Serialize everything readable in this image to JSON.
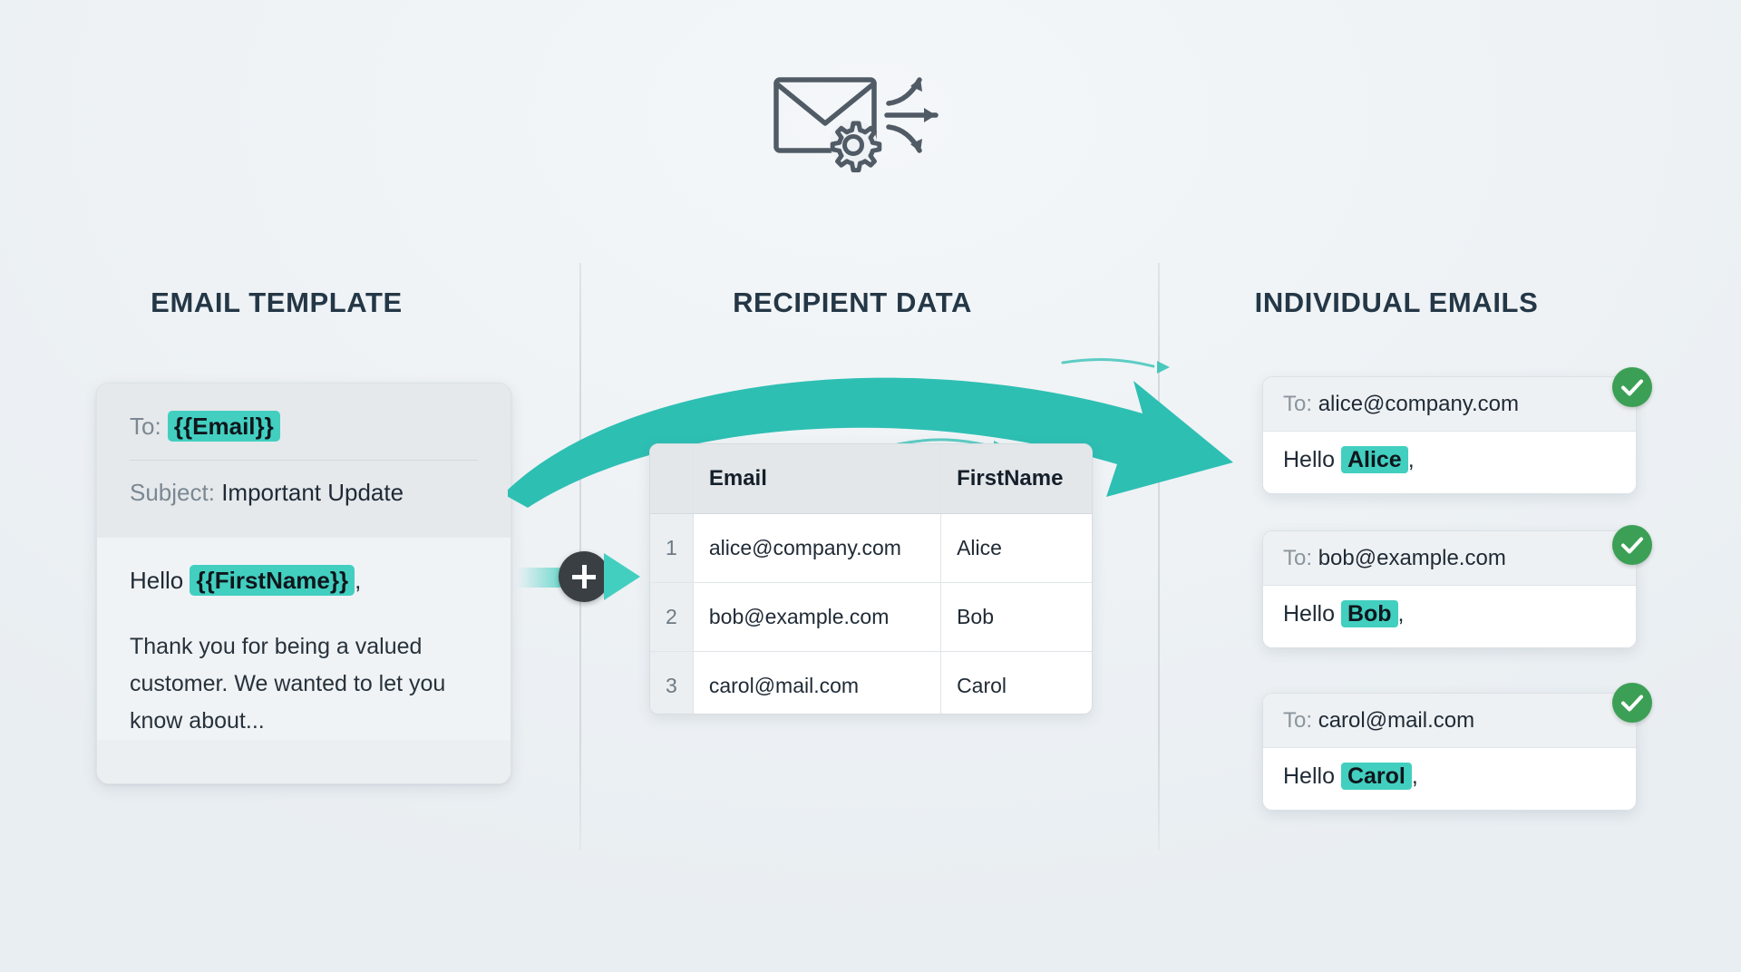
{
  "hero": {
    "icon": "envelope-gear-distribute-icon"
  },
  "columns": {
    "template_heading": "EMAIL TEMPLATE",
    "recipient_heading": "RECIPIENT DATA",
    "emails_heading": "INDIVIDUAL EMAILS"
  },
  "template_card": {
    "to_label": "To:",
    "to_field": "{{Email}}",
    "subject_label": "Subject:",
    "subject_value": "Important Update",
    "greeting_prefix": "Hello",
    "greeting_field": "{{FirstName}}",
    "greeting_suffix": ",",
    "paragraph": "Thank you for being a valued customer. We wanted to let you know about..."
  },
  "connector": {
    "icon": "plus-icon",
    "arrow": "right-arrow-icon"
  },
  "flow_arrow": {
    "icon": "curved-merge-arrow-icon",
    "color": "#2ebfb3"
  },
  "recipient_table": {
    "headers": [
      "",
      "Email",
      "FirstName"
    ],
    "rows": [
      {
        "index": "1",
        "email": "alice@company.com",
        "first_name": "Alice"
      },
      {
        "index": "2",
        "email": "bob@example.com",
        "first_name": "Bob"
      },
      {
        "index": "3",
        "email": "carol@mail.com",
        "first_name": "Carol"
      }
    ]
  },
  "email_cards": [
    {
      "to_label": "To:",
      "to_value": "alice@company.com",
      "greeting_prefix": "Hello",
      "name": "Alice",
      "greeting_suffix": ",",
      "status": "sent"
    },
    {
      "to_label": "To:",
      "to_value": "bob@example.com",
      "greeting_prefix": "Hello",
      "name": "Bob",
      "greeting_suffix": ",",
      "status": "sent"
    },
    {
      "to_label": "To:",
      "to_value": "carol@mail.com",
      "greeting_prefix": "Hello",
      "name": "Carol",
      "greeting_suffix": ",",
      "status": "sent"
    }
  ],
  "colors": {
    "accent_teal": "#42cfc0",
    "arrow_teal": "#2ebfb3",
    "success_green": "#3ba055",
    "heading_navy": "#243746",
    "background": "#eef2f5"
  }
}
